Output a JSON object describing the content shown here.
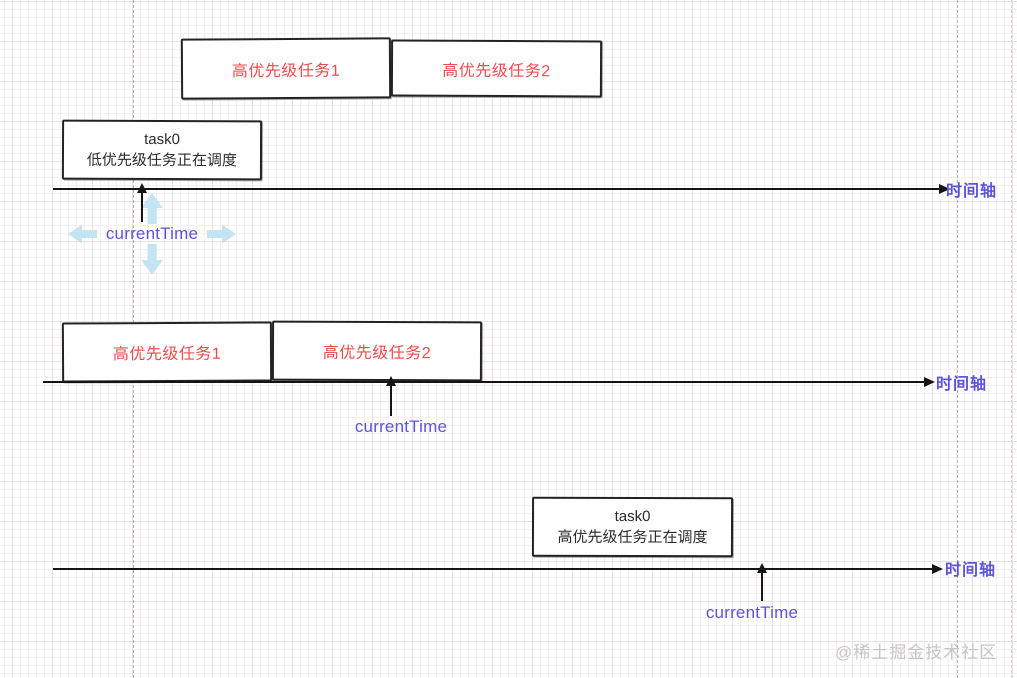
{
  "colors": {
    "task-red": "#ed4c4c",
    "label-blue": "#5b55dd",
    "ink": "#232323",
    "watermark-gray": "#c6c6c6",
    "move-cyan": "#c3e5f3"
  },
  "diagrams": {
    "top": {
      "queue": [
        "高优先级任务1",
        "高优先级任务2"
      ],
      "scheduled": {
        "title": "task0",
        "subtitle": "低优先级任务正在调度"
      },
      "axis_label": "时间轴",
      "current_time": "currentTime"
    },
    "middle": {
      "queue": [
        "高优先级任务1",
        "高优先级任务2"
      ],
      "axis_label": "时间轴",
      "current_time": "currentTime"
    },
    "bottom": {
      "scheduled": {
        "title": "task0",
        "subtitle": "高优先级任务正在调度"
      },
      "axis_label": "时间轴",
      "current_time": "currentTime"
    }
  },
  "watermark": "@稀土掘金技术社区"
}
